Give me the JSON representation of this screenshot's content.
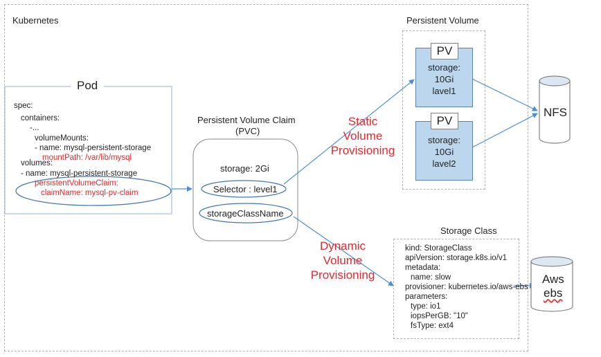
{
  "kubernetes": {
    "title": "Kubernetes"
  },
  "pod": {
    "title": "Pod",
    "lines": [
      "spec:",
      "containers:",
      "-...",
      "volumeMounts:",
      "- name: mysql-persistent-storage",
      "mountPath: /var/lib/mysql",
      "volumes:",
      "- name: mysql-persistent-storage",
      "persistentVolumeClaim:",
      "claimName: mysql-pv-claim"
    ]
  },
  "pvc": {
    "title_line1": "Persistent Volume Claim",
    "title_line2": "(PVC)",
    "storage": "storage: 2Gi",
    "selector": "Selector : level1",
    "storage_class_name": "storageClassName"
  },
  "persistent_volume": {
    "title": "Persistent Volume",
    "volumes": [
      {
        "label": "PV",
        "storage": "storage:",
        "size": "10Gi",
        "level": "lavel1"
      },
      {
        "label": "PV",
        "storage": "storage:",
        "size": "10Gi",
        "level": "lavel2"
      }
    ]
  },
  "nfs": {
    "label": "NFS"
  },
  "static_provisioning": {
    "line1": "Static",
    "line2": "Volume",
    "line3": "Provisioning"
  },
  "dynamic_provisioning": {
    "line1": "Dynamic",
    "line2": "Volume",
    "line3": "Provisioning"
  },
  "storage_class": {
    "title": "Storage Class",
    "lines": [
      "kind: StorageClass",
      "apiVersion: storage.k8s.io/v1",
      "metadata:",
      "name: slow",
      "provisioner: kubernetes.io/aws-ebs",
      "parameters:",
      "type: io1",
      "iopsPerGB: \"10\"",
      "fsType: ext4"
    ]
  },
  "aws_ebs": {
    "line1": "Aws",
    "line2": "ebs"
  },
  "colors": {
    "highlight": "#e8262a",
    "arrow": "#4a90d9",
    "pv_fill": "#bcd6ee",
    "cylinder_fill": "#dbe8f4"
  }
}
